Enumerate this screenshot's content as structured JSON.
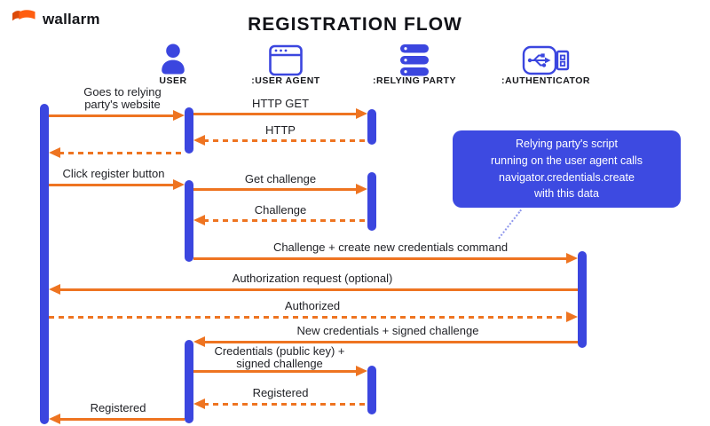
{
  "brand": {
    "name": "wallarm"
  },
  "title": "REGISTRATION FLOW",
  "actors": [
    {
      "label": "USER"
    },
    {
      "label": ":USER AGENT"
    },
    {
      "label": ":RELYING PARTY"
    },
    {
      "label": ":AUTHENTICATOR"
    }
  ],
  "callout": {
    "text": "Relying party's script\nrunning on the user agent calls\nnavigator.credentials.create\nwith this data"
  },
  "messages": [
    {
      "from": "User",
      "to": "User Agent",
      "style": "solid",
      "label": "Goes to relying\nparty's website"
    },
    {
      "from": "User Agent",
      "to": "Relying Party",
      "style": "solid",
      "label": "HTTP GET"
    },
    {
      "from": "Relying Party",
      "to": "User Agent",
      "style": "dashed",
      "label": "HTTP"
    },
    {
      "from": "User Agent",
      "to": "User",
      "style": "dashed",
      "label": ""
    },
    {
      "from": "User",
      "to": "User Agent",
      "style": "solid",
      "label": "Click register button"
    },
    {
      "from": "User Agent",
      "to": "Relying Party",
      "style": "solid",
      "label": "Get challenge"
    },
    {
      "from": "Relying Party",
      "to": "User Agent",
      "style": "dashed",
      "label": "Challenge"
    },
    {
      "from": "User Agent",
      "to": "Authenticator",
      "style": "solid",
      "label": "Challenge + create new credentials command"
    },
    {
      "from": "Authenticator",
      "to": "User",
      "style": "solid",
      "label": "Authorization request (optional)"
    },
    {
      "from": "User",
      "to": "Authenticator",
      "style": "dashed",
      "label": "Authorized"
    },
    {
      "from": "Authenticator",
      "to": "User Agent",
      "style": "solid",
      "label": "New credentials + signed challenge"
    },
    {
      "from": "User Agent",
      "to": "Relying Party",
      "style": "solid",
      "label": "Credentials (public key) +\nsigned challenge"
    },
    {
      "from": "Relying Party",
      "to": "User Agent",
      "style": "dashed",
      "label": "Registered"
    },
    {
      "from": "User Agent",
      "to": "User",
      "style": "solid",
      "label": "Registered"
    }
  ],
  "colors": {
    "orange": "#EE7421",
    "blue": "#3B46DF",
    "callout_blue": "#3D4AE1",
    "connector_blue": "#8D96EC",
    "text": "#1F2025"
  }
}
